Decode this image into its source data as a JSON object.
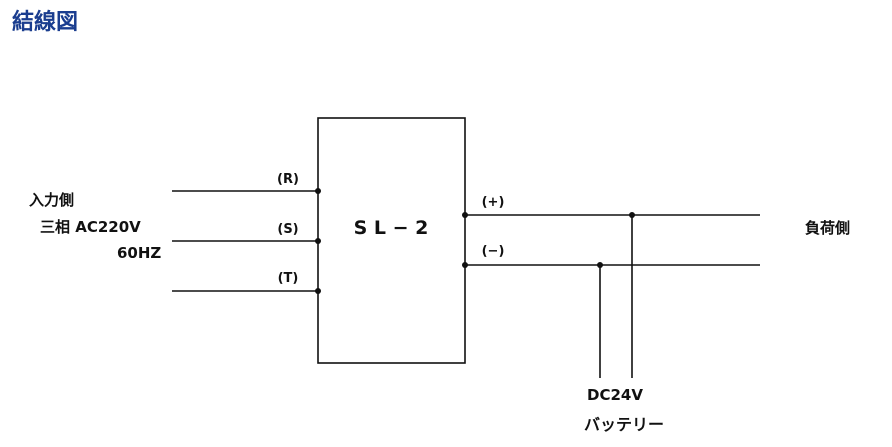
{
  "title": "結線図",
  "title_color": "#1a3d8f",
  "line_color": "#111111",
  "diagram": {
    "input": {
      "side_label": "入力側",
      "phase_label": "三相 AC220V",
      "frequency_label": "60HZ",
      "terminals": [
        "(R)",
        "(S)",
        "(T)"
      ]
    },
    "device": {
      "label": "S L − 2"
    },
    "output": {
      "terminals": [
        "(+)",
        "(−)"
      ],
      "load_label": "負荷側"
    },
    "battery": {
      "voltage_label": "DC24V",
      "name_label": "バッテリー"
    }
  }
}
